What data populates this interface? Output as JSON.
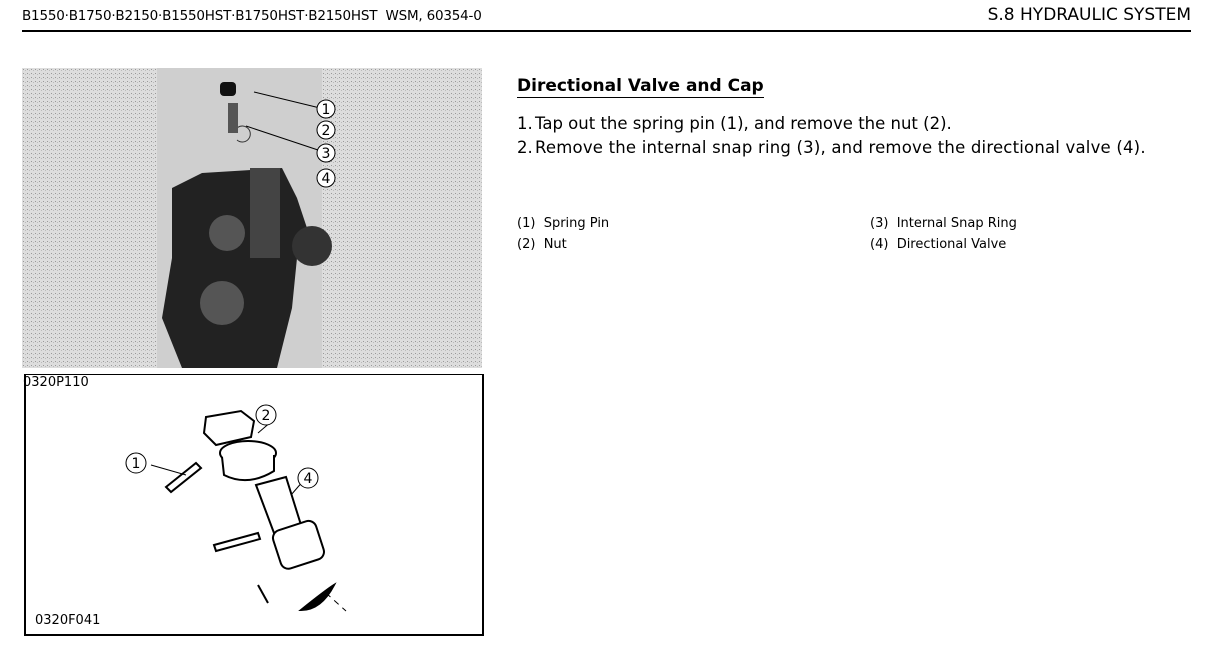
{
  "header": {
    "models": "B1550·B1750·B2150·B1550HST·B1750HST·B2150HST  WSM, 60354-0",
    "section": "S.8 HYDRAULIC SYSTEM"
  },
  "figures": {
    "photo_label": "0320P110",
    "drawing_label": "0320F041",
    "callouts": [
      "1",
      "2",
      "3",
      "4"
    ]
  },
  "section": {
    "title": "Directional Valve and Cap",
    "steps": [
      {
        "num": "1.",
        "text": "Tap out the spring pin (1), and remove the nut (2)."
      },
      {
        "num": "2.",
        "text": "Remove the internal snap ring (3), and remove the directional valve (4)."
      }
    ],
    "legend": [
      {
        "num": "(1)",
        "label": "Spring Pin"
      },
      {
        "num": "(2)",
        "label": "Nut"
      },
      {
        "num": "(3)",
        "label": "Internal Snap Ring"
      },
      {
        "num": "(4)",
        "label": "Directional Valve"
      }
    ]
  }
}
